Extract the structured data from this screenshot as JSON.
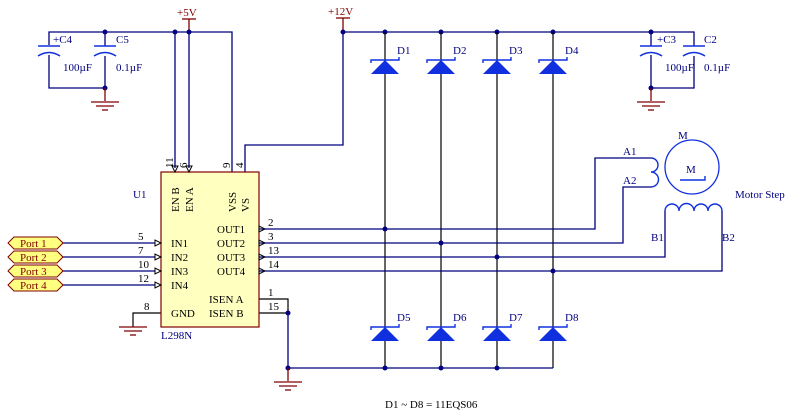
{
  "power": {
    "v5": "+5V",
    "v12": "+12V"
  },
  "capacitors": [
    {
      "ref": "+C4",
      "value": "100µF"
    },
    {
      "ref": "C5",
      "value": "0.1µF"
    },
    {
      "ref": "+C3",
      "value": "100µF"
    },
    {
      "ref": "C2",
      "value": "0.1µF"
    }
  ],
  "chip": {
    "ref": "U1",
    "part": "L298N",
    "top_pins": [
      {
        "num": "11",
        "name": "EN B"
      },
      {
        "num": "6",
        "name": "EN A"
      },
      {
        "num": "9",
        "name": "VSS"
      },
      {
        "num": "4",
        "name": "VS"
      }
    ],
    "inputs": [
      {
        "num": "5",
        "name": "IN1"
      },
      {
        "num": "7",
        "name": "IN2"
      },
      {
        "num": "10",
        "name": "IN3"
      },
      {
        "num": "12",
        "name": "IN4"
      }
    ],
    "outputs": [
      {
        "num": "2",
        "name": "OUT1"
      },
      {
        "num": "3",
        "name": "OUT2"
      },
      {
        "num": "13",
        "name": "OUT3"
      },
      {
        "num": "14",
        "name": "OUT4"
      }
    ],
    "gnd": {
      "num": "8",
      "name": "GND"
    },
    "isen": [
      {
        "num": "1",
        "name": "ISEN A"
      },
      {
        "num": "15",
        "name": "ISEN B"
      }
    ]
  },
  "ports": [
    "Port 1",
    "Port 2",
    "Port 3",
    "Port 4"
  ],
  "diodes": [
    "D1",
    "D2",
    "D3",
    "D4",
    "D5",
    "D6",
    "D7",
    "D8"
  ],
  "motor": {
    "ref": "M",
    "symbol": "M",
    "name": "Motor Step",
    "pins": [
      "A1",
      "A2",
      "B1",
      "B2"
    ]
  },
  "note": "D1 ~  D8 = 11EQS06",
  "colors": {
    "wire": "#000080",
    "power": "#800000",
    "chip_fill": "#ffffc0",
    "diode": "#1030e0"
  }
}
